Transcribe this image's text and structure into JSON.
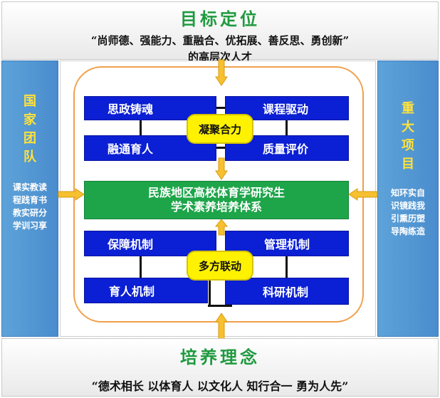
{
  "top": {
    "title": "目标定位",
    "line1": "“尚师德、强能力、重融合、优拓展、善反思、勇创新”",
    "line2": "的高层次人才"
  },
  "left_panel": {
    "title": [
      "国",
      "家",
      "团",
      "队"
    ],
    "text": [
      "课实教读",
      "程践育书",
      "教实研分",
      "学训习享"
    ]
  },
  "right_panel": {
    "title": [
      "重",
      "大",
      "项",
      "目"
    ],
    "text": [
      "知环实自",
      "识镜践我",
      "引熏历塑",
      "导陶练造"
    ]
  },
  "upper_group": {
    "hub": "凝聚合力",
    "tl": "思政铸魂",
    "tr": "课程驱动",
    "bl": "融通育人",
    "br": "质量评价"
  },
  "core": {
    "line1": "民族地区高校体育学研究生",
    "line2": "学术素养培养体系"
  },
  "lower_group": {
    "hub": "多方联动",
    "tl": "保障机制",
    "tr": "管理机制",
    "bl": "育人机制",
    "br": "科研机制"
  },
  "bottom": {
    "title": "培养理念",
    "line": "“德术相长 以体育人 以文化人 知行合一 勇为人先”"
  },
  "colors": {
    "green": "#1f9a3f",
    "blue_box": "#0b1fd4",
    "side_blue": "#4a8ccd",
    "hub_yellow": "#fff200",
    "arrow_yellow": "#f6c02f",
    "frame_orange": "#f0a04b"
  }
}
